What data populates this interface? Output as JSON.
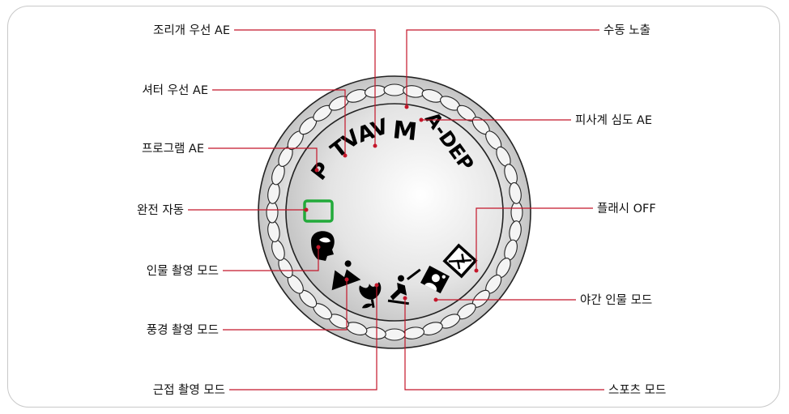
{
  "left_labels": [
    {
      "id": "aperture-priority",
      "text": "조리개 우선 AE"
    },
    {
      "id": "shutter-priority",
      "text": "셔터 우선 AE"
    },
    {
      "id": "program",
      "text": "프로그램 AE"
    },
    {
      "id": "full-auto",
      "text": "완전 자동"
    },
    {
      "id": "portrait",
      "text": "인물 촬영 모드"
    },
    {
      "id": "landscape",
      "text": "풍경 촬영 모드"
    },
    {
      "id": "closeup",
      "text": "근접 촬영 모드"
    }
  ],
  "right_labels": [
    {
      "id": "manual",
      "text": "수동 노출"
    },
    {
      "id": "depth",
      "text": "피사계 심도 AE"
    },
    {
      "id": "flash-off",
      "text": "플래시 OFF"
    },
    {
      "id": "night-portrait",
      "text": "야간 인물 모드"
    },
    {
      "id": "sports",
      "text": "스포츠 모드"
    }
  ],
  "dial_modes": {
    "program": "P",
    "shutter": "TV",
    "aperture": "AV",
    "manual": "M",
    "depth": "A-DEP"
  },
  "colors": {
    "leader_line": "#c4162a",
    "full_auto_square": "#22aa3a",
    "frame_border": "#c8c8c8"
  },
  "icons": [
    "portrait-icon",
    "landscape-icon",
    "closeup-icon",
    "sports-icon",
    "night-portrait-icon",
    "flash-off-icon"
  ]
}
